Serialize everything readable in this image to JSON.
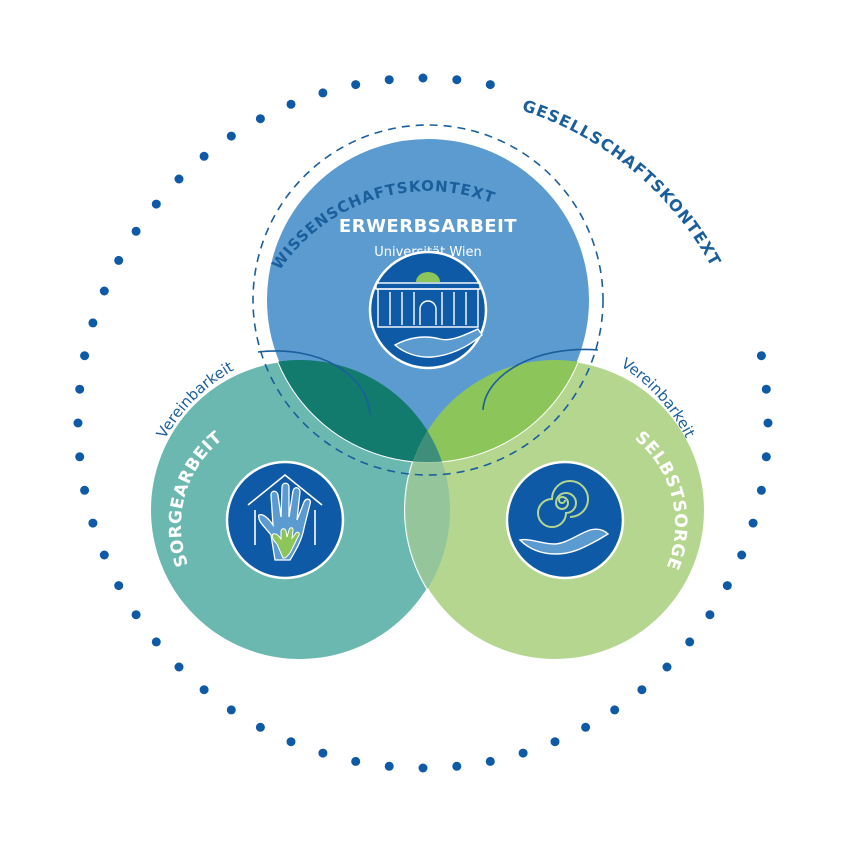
{
  "outer_context": {
    "label": "GESELLSCHAFTSKONTEXT"
  },
  "inner_context": {
    "label": "WISSENSCHAFTSKONTEXT"
  },
  "circles": {
    "top": {
      "title": "ERWERBSARBEIT",
      "subtitle": "Universität Wien",
      "icon": "university-building-hand-icon"
    },
    "left": {
      "title": "SORGEARBEIT",
      "icon": "house-hands-icon"
    },
    "right": {
      "title": "SELBSTSORGE",
      "icon": "spiral-hand-icon"
    }
  },
  "connectors": {
    "left": {
      "label": "Vereinbarkeit"
    },
    "right": {
      "label": "Vereinbarkeit"
    }
  },
  "colors": {
    "top_circle": "#5b9bd0",
    "left_circle": "#6ab8b0",
    "right_circle": "#b5d68e",
    "overlap_top_left": "#137a6e",
    "overlap_top_right": "#8cc55a",
    "icon_bg": "#0f5aa6",
    "text_dark": "#1a5f9c"
  }
}
